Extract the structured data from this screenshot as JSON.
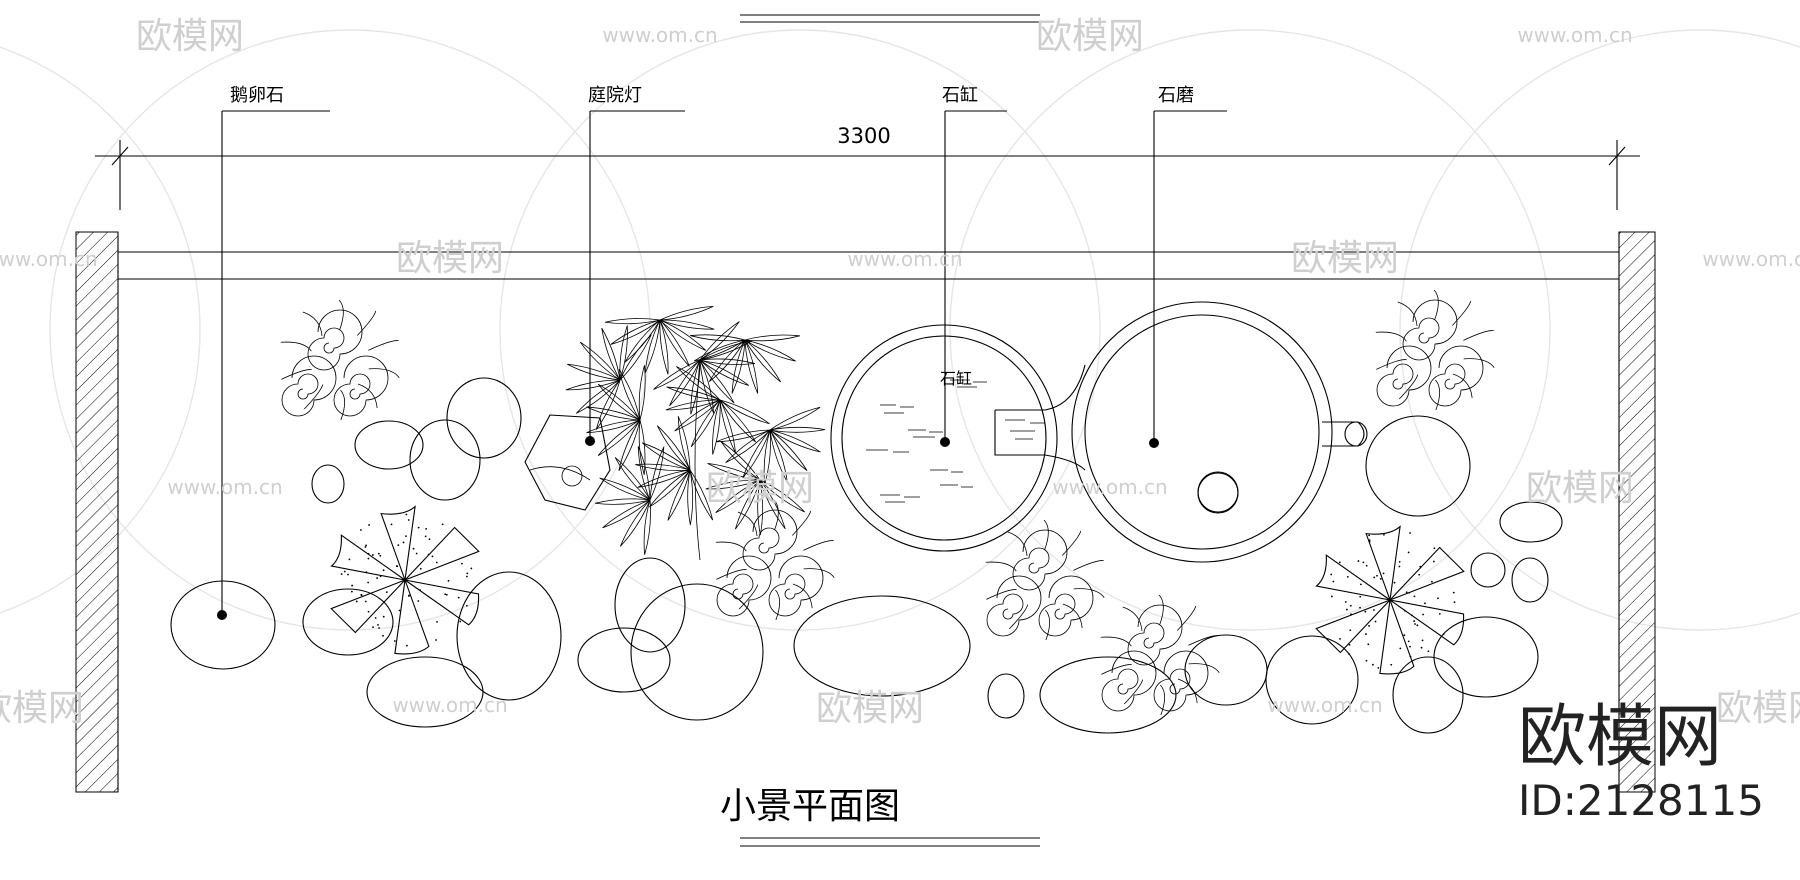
{
  "drawing": {
    "dimension": "3300",
    "labels": [
      {
        "key": "pebble",
        "text": "鹅卵石"
      },
      {
        "key": "lamp",
        "text": "庭院灯"
      },
      {
        "key": "jar",
        "text": "石缸"
      },
      {
        "key": "millstone",
        "text": "石磨"
      }
    ],
    "inner_label": "石缸",
    "title": "小景平面图"
  },
  "watermark": {
    "brand": "欧模网",
    "url": "www.om.cn",
    "corner_brand": "欧模网",
    "corner_id": "ID:2128115"
  },
  "colors": {
    "line": "#000000",
    "watermark": "#cfcfcf",
    "background": "#ffffff"
  }
}
